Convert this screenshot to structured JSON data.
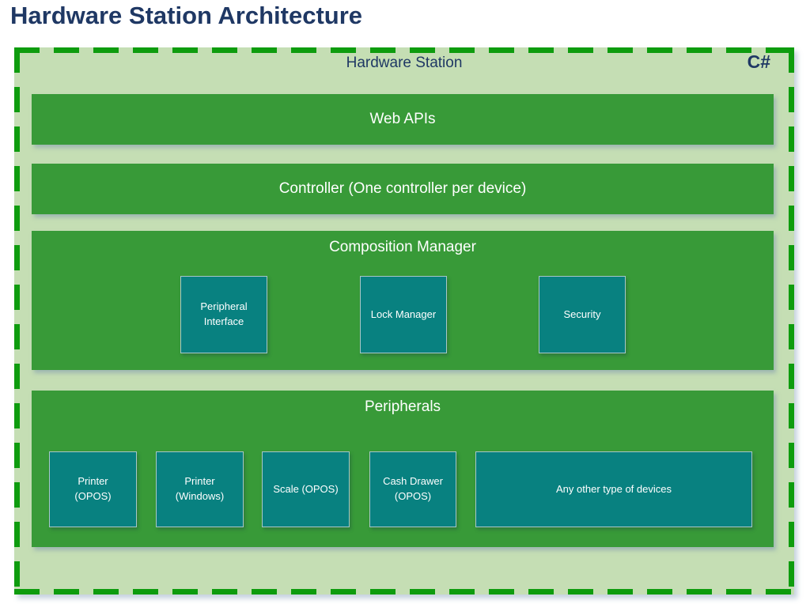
{
  "title": "Hardware Station Architecture",
  "station": {
    "label": "Hardware Station",
    "language_badge": "C#"
  },
  "layers": {
    "web_apis": "Web APIs",
    "controller": "Controller (One controller per device)"
  },
  "composition_manager": {
    "title": "Composition Manager",
    "components": [
      {
        "label": "Peripheral Interface"
      },
      {
        "label": "Lock Manager"
      },
      {
        "label": "Security"
      }
    ]
  },
  "peripherals": {
    "title": "Peripherals",
    "devices": [
      {
        "label": "Printer (OPOS)"
      },
      {
        "label": "Printer (Windows)"
      },
      {
        "label": "Scale (OPOS)"
      },
      {
        "label": "Cash Drawer (OPOS)"
      },
      {
        "label": "Any other type of devices"
      }
    ]
  },
  "colors": {
    "title_text": "#1F3864",
    "dashed_border": "#0E9C0E",
    "station_fill": "#C5DEB4",
    "layer_fill": "#389A38",
    "component_fill": "#088180",
    "component_border": "#A9C7C7",
    "label_text": "#FFFFFF"
  }
}
